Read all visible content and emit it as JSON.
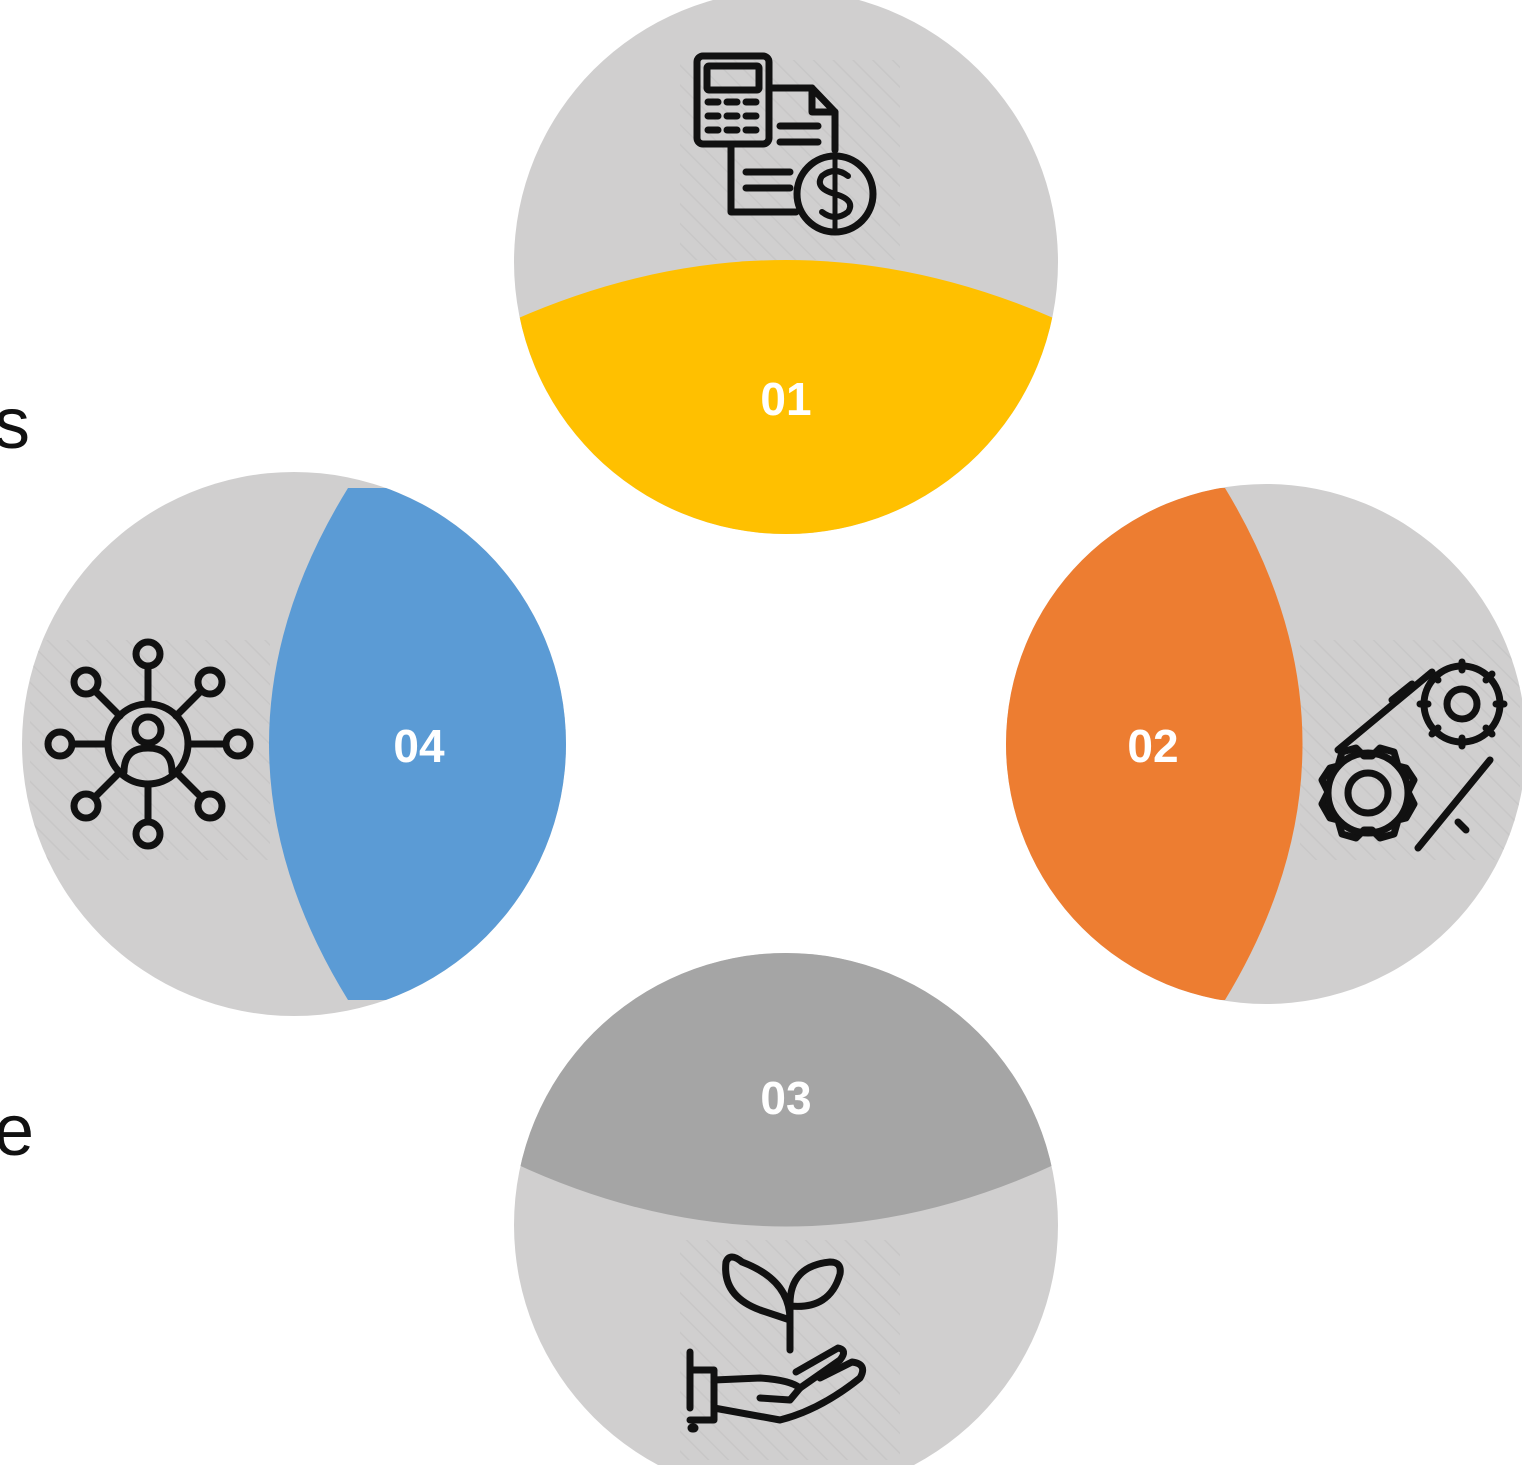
{
  "nodes": [
    {
      "id": "01",
      "label": "01",
      "accent": "#FFC000",
      "icon": "invoice-calculator-dollar-icon"
    },
    {
      "id": "02",
      "label": "02",
      "accent": "#ED7D31",
      "icon": "gears-conveyor-icon"
    },
    {
      "id": "03",
      "label": "03",
      "accent": "#A5A5A5",
      "icon": "plant-in-hand-icon"
    },
    {
      "id": "04",
      "label": "04",
      "accent": "#5B9BD5",
      "icon": "people-network-icon"
    }
  ],
  "circle_color": "#D0CFCF",
  "edge_text": [
    "s",
    "e"
  ]
}
